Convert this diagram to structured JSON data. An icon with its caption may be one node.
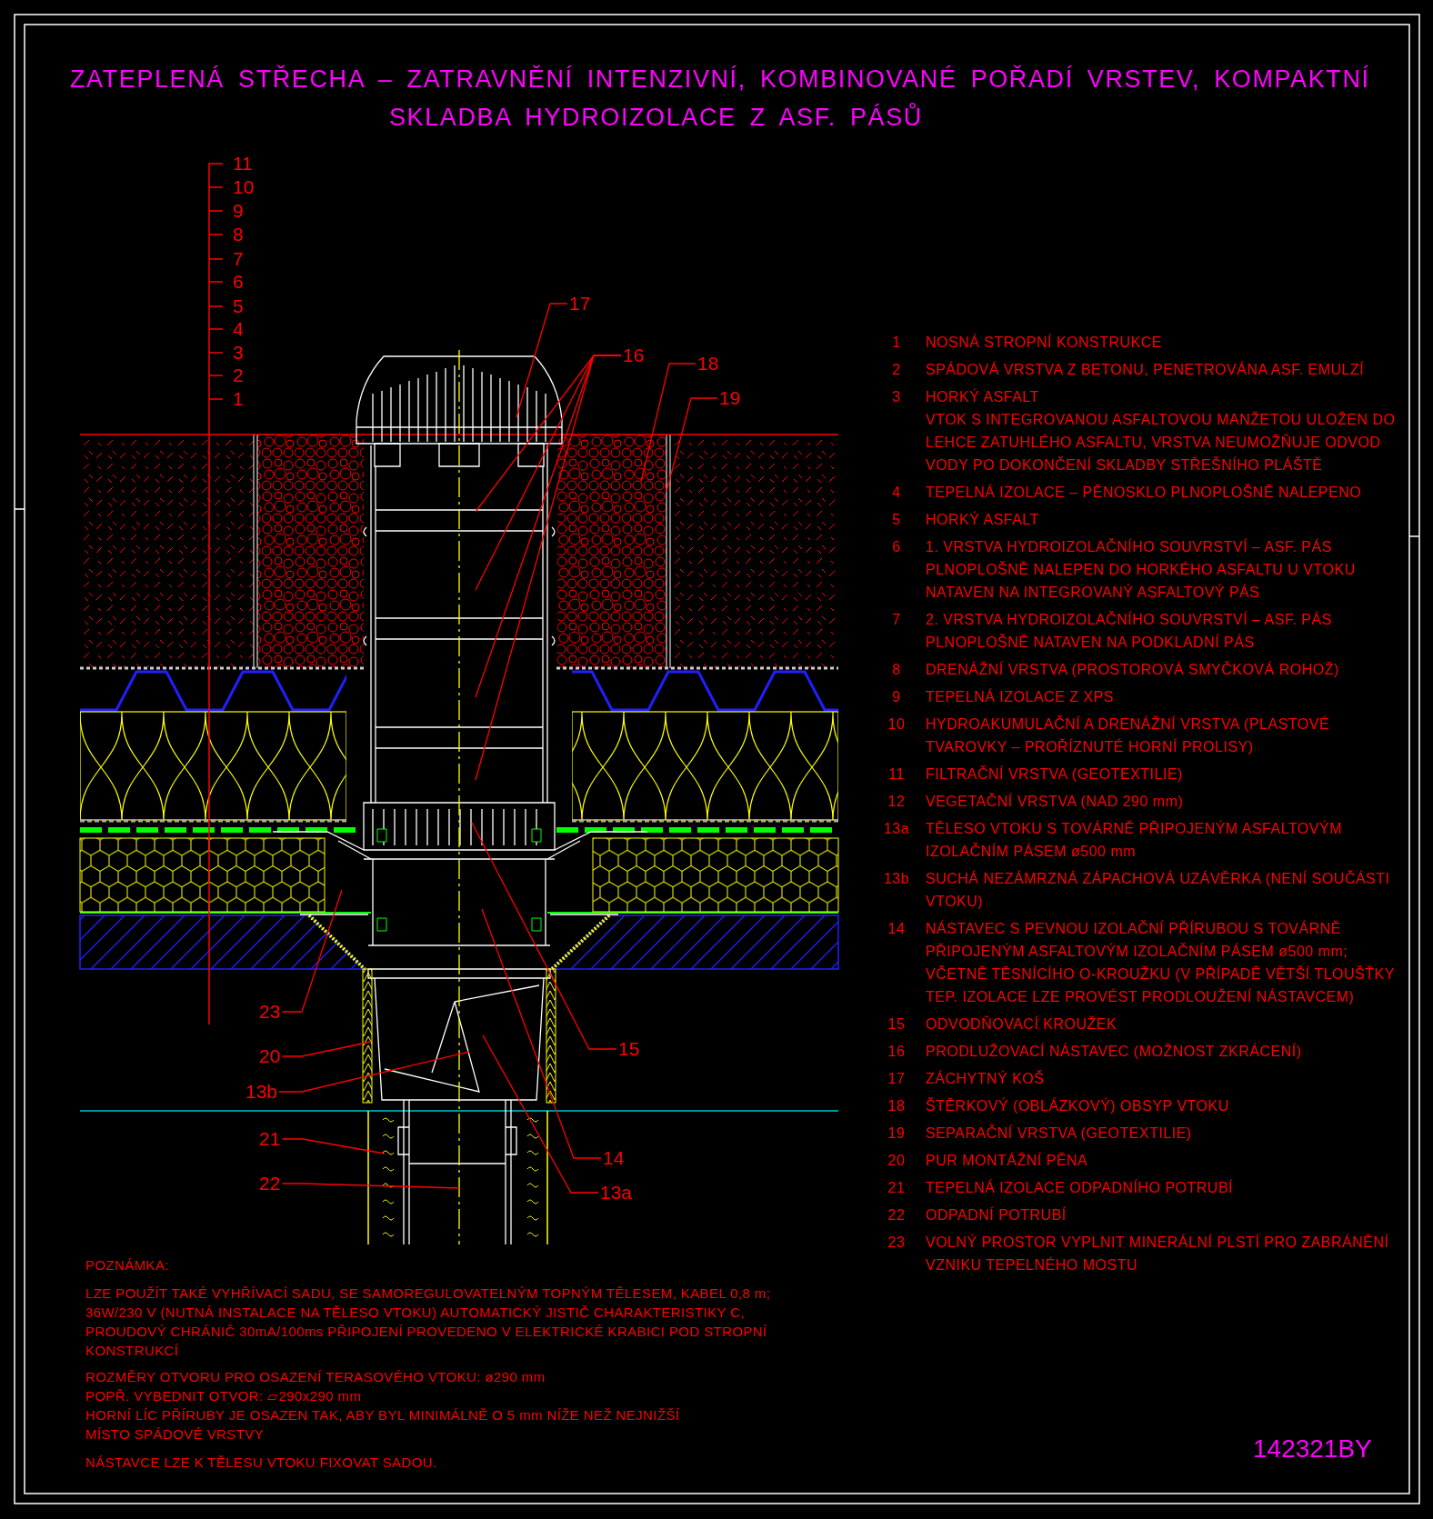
{
  "diagram": {
    "title": "ZATEPLENÁ STŘECHA – ZATRAVNĚNÍ INTENZIVNÍ, KOMBINOVANÉ POŘADÍ VRSTEV, KOMPAKTNÍ SKLADBA HYDROIZOLACE Z ASF. PÁSŮ",
    "nodes": [
      {
        "text": [
          "17"
        ]
      },
      {
        "text": [
          "16"
        ]
      },
      {
        "text": [
          "18"
        ]
      },
      {
        "text": [
          "19"
        ]
      },
      {
        "text": [
          "23"
        ]
      },
      {
        "text": [
          "15"
        ]
      },
      {
        "text": [
          "20"
        ]
      },
      {
        "text": [
          "13b"
        ]
      },
      {
        "text": [
          "21"
        ]
      },
      {
        "text": [
          "14"
        ]
      },
      {
        "text": [
          "22"
        ]
      },
      {
        "text": [
          "13a"
        ]
      }
    ],
    "edges": [
      {
        "from": 0,
        "to": null,
        "arrow": "none"
      },
      {
        "from": 1,
        "to": null,
        "arrow": "none"
      },
      {
        "from": 1,
        "to": null,
        "arrow": "none"
      },
      {
        "from": 1,
        "to": null,
        "arrow": "none"
      },
      {
        "from": 1,
        "to": null,
        "arrow": "none"
      },
      {
        "from": 2,
        "to": null,
        "arrow": "none"
      },
      {
        "from": 3,
        "to": null,
        "arrow": "none"
      },
      {
        "from": 4,
        "to": null,
        "arrow": "none"
      },
      {
        "from": 5,
        "to": null,
        "arrow": "none"
      },
      {
        "from": 6,
        "to": null,
        "arrow": "none"
      },
      {
        "from": 7,
        "to": null,
        "arrow": "none"
      },
      {
        "from": 8,
        "to": null,
        "arrow": "none"
      },
      {
        "from": 9,
        "to": null,
        "arrow": "none"
      },
      {
        "from": 10,
        "to": null,
        "arrow": "none"
      },
      {
        "from": 11,
        "to": null,
        "arrow": "none"
      }
    ],
    "labels": [
      "11",
      "10",
      "9",
      "8",
      "7",
      "6",
      "5",
      "4",
      "3",
      "2",
      "1",
      "1",
      "NOSNÁ STROPNÍ KONSTRUKCE",
      "2",
      "SPÁDOVÁ VRSTVA Z BETONU, PENETROVÁNA ASF. EMULZÍ",
      "3",
      "HORKÝ ASFALT",
      "VTOK S INTEGROVANOU ASFALTOVOU MANŽETOU ULOŽEN DO LEHCE ZATUHLÉHO ASFALTU, VRSTVA NEUMOŽŇUJE ODVOD VODY PO DOKONČENÍ SKLADBY STŘEŠNÍHO PLÁŠTĚ",
      "4",
      "TEPELNÁ IZOLACE – PĚNOSKLO PLNOPLOŠNĚ NALEPENO",
      "5",
      "HORKÝ ASFALT",
      "6",
      "1. VRSTVA HYDROIZOLAČNÍHO SOUVRSTVÍ – ASF. PÁS PLNOPLOŠNĚ NALEPEN DO HORKÉHO ASFALTU U VTOKU NATAVEN NA INTEGROVANÝ ASFALTOVÝ PÁS",
      "7",
      "2. VRSTVA HYDROIZOLAČNÍHO SOUVRSTVÍ – ASF. PÁS PLNOPLOŠNĚ NATAVEN NA PODKLADNÍ PÁS",
      "8",
      "DRENÁŽNÍ VRSTVA (PROSTOROVÁ SMYČKOVÁ ROHOŽ)",
      "9",
      "TEPELNÁ IZOLACE Z XPS",
      "10",
      "HYDROAKUMULAČNÍ A DRENÁŽNÍ VRSTVA (PLASTOVÉ TVAROVKY – PROŘÍZNUTÉ HORNÍ PROLISY)",
      "11",
      "FILTRAČNÍ VRSTVA (GEOTEXTILIE)",
      "12",
      "VEGETAČNÍ VRSTVA (NAD 290 mm)",
      "13a",
      "TĚLESO VTOKU S TOVÁRNĚ PŘIPOJENÝM ASFALTOVÝM IZOLAČNÍM PÁSEM ø500 mm",
      "13b",
      "SUCHÁ NEZÁMRZNÁ ZÁPACHOVÁ UZÁVĚRKA (NENÍ SOUČÁSTI VTOKU)",
      "14",
      "NÁSTAVEC S PEVNOU IZOLAČNÍ PŘÍRUBOU S TOVÁRNĚ PŘIPOJENÝM ASFALTOVÝM IZOLAČNÍM PÁSEM ø500 mm; VČETNĚ TĚSNÍCÍHO O-KROUŽKU (V PŘÍPADĚ VĚTŠÍ TLOUŠŤKY TEP. IZOLACE LZE PROVÉST PRODLOUŽENÍ NÁSTAVCEM)",
      "15",
      "ODVODŇOVACÍ KROUŽEK",
      "16",
      "PRODLUŽOVACÍ NÁSTAVEC (MOŽNOST ZKRÁCENÍ)",
      "17",
      "ZÁCHYTNÝ KOŠ",
      "18",
      "ŠTĚRKOVÝ (OBLÁZKOVÝ) OBSYP VTOKU",
      "19",
      "SEPARAČNÍ VRSTVA (GEOTEXTILIE)",
      "20",
      "PUR MONTÁŽNÍ PĚNA",
      "21",
      "TEPELNÁ IZOLACE ODPADNÍHO POTRUBÍ",
      "22",
      "ODPADNÍ POTRUBÍ",
      "23",
      "VOLNÝ PROSTOR VYPLNIT MINERÁLNÍ PLSTÍ PRO ZABRÁNĚNÍ VZNIKU TEPELNÉHO MOSTU",
      "POZNÁMKA:",
      "LZE POUŽÍT TAKÉ VYHŘÍVACÍ SADU, SE SAMOREGULOVATELNÝM TOPNÝM TĚLESEM, KABEL 0,8 m; 36W/230 V (NUTNÁ INSTALACE NA TĚLESO VTOKU) AUTOMATICKÝ JISTIČ CHARAKTERISTIKY C, PROUDOVÝ CHRÁNIČ 30mA/100ms PŘIPOJENÍ PROVEDENO V ELEKTRICKÉ KRABICI POD STROPNÍ KONSTRUKCÍ",
      "ROZMĚRY OTVORU PRO OSAZENÍ TERASOVÉHO VTOKU: ø290 mm",
      "POPŘ. VYBEDNIT OTVOR: ▱290x290 mm",
      "HORNÍ LÍC PŘÍRUBY JE OSAZEN TAK, ABY BYL MINIMÁLNĚ O 5 mm NÍŽE NEŽ NEJNIŽŠÍ MÍSTO SPÁDOVÉ VRSTVY",
      "NÁSTAVCE LZE K TĚLESU VTOKU FIXOVAT SADOU.",
      "142321BY"
    ]
  }
}
